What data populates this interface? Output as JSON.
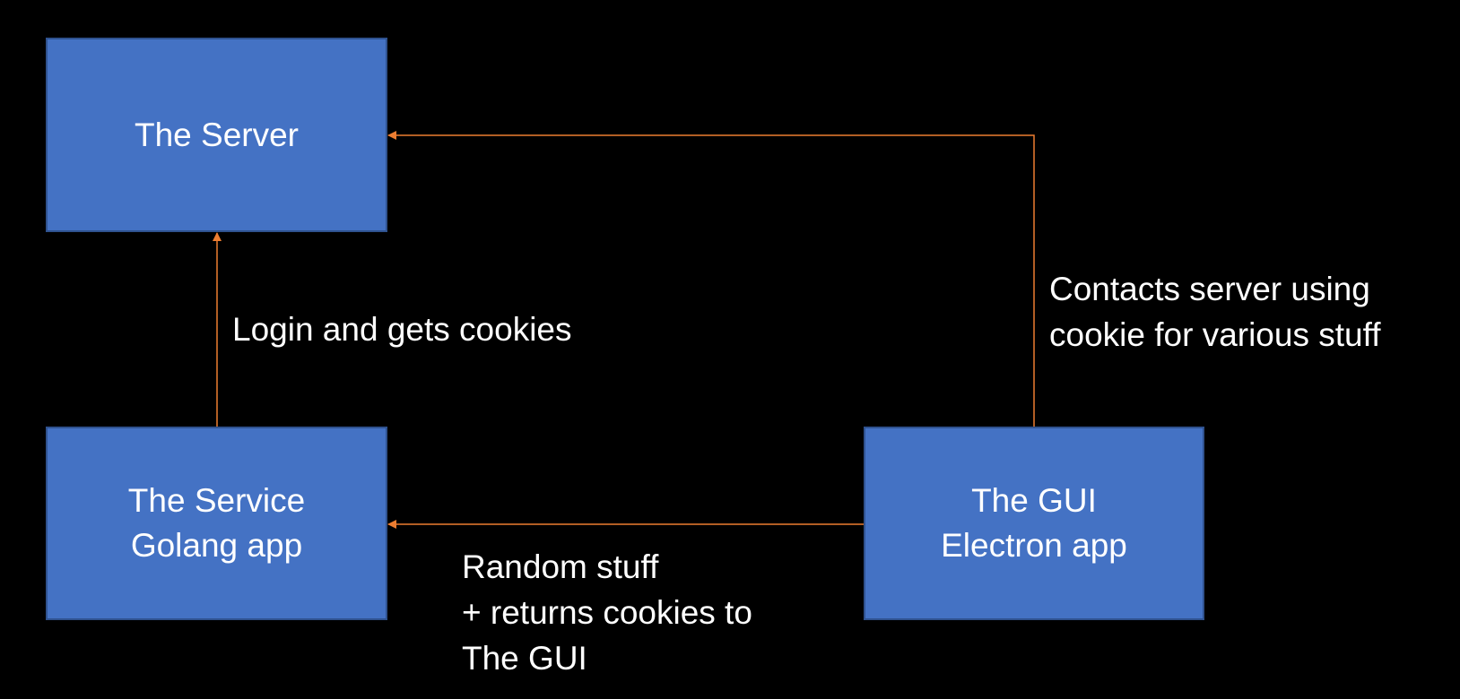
{
  "colors": {
    "background": "#000000",
    "box_fill": "#4472c4",
    "box_border": "#2f528f",
    "connector": "#ed7d31",
    "text": "#ffffff"
  },
  "nodes": {
    "server": {
      "lines": [
        "The Server"
      ]
    },
    "service": {
      "lines": [
        "The Service",
        "Golang app"
      ]
    },
    "gui": {
      "lines": [
        "The GUI",
        "Electron app"
      ]
    }
  },
  "edges": {
    "service_to_server": {
      "lines": [
        "Login and gets cookies"
      ]
    },
    "gui_to_server": {
      "lines": [
        "Contacts server using",
        "cookie for various stuff"
      ]
    },
    "gui_to_service": {
      "lines": [
        "Random stuff",
        "+ returns cookies to",
        "The GUI"
      ]
    }
  }
}
